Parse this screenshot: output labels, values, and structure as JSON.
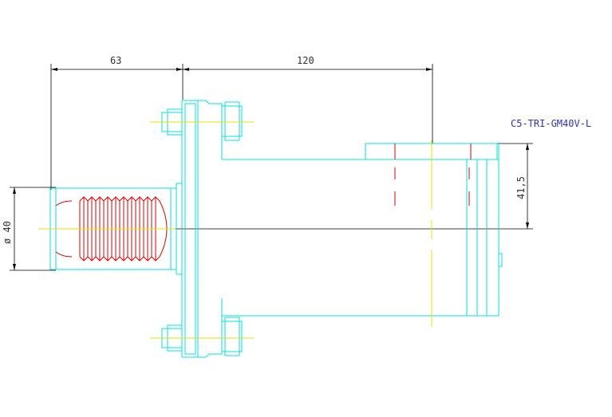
{
  "drawing": {
    "part_label": "C5-TRI-GM40V-L",
    "dimensions": {
      "top_left": "63",
      "top_right": "120",
      "diameter": "ø 40",
      "height": "41,5"
    },
    "colors": {
      "outline": "#00e0e0",
      "centerline": "#e8e000",
      "thread": "#e00000",
      "dimension": "#000000",
      "label": "#3030c0"
    }
  }
}
